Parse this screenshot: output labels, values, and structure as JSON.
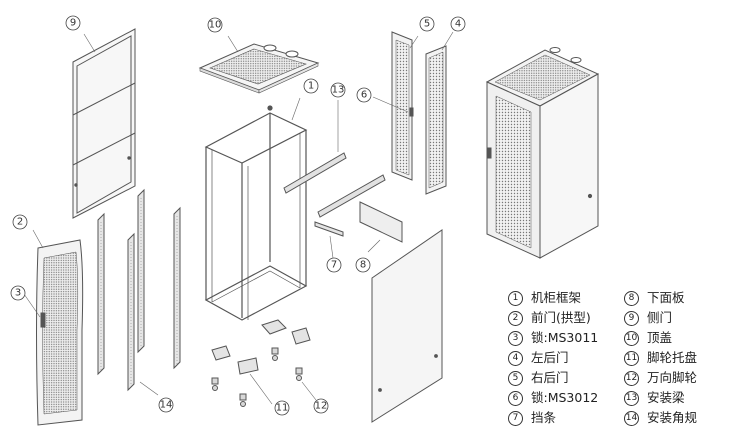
{
  "callouts": {
    "c1": "1",
    "c2": "2",
    "c3": "3",
    "c4": "4",
    "c5": "5",
    "c6": "6",
    "c7": "7",
    "c8": "8",
    "c9": "9",
    "c10": "10",
    "c11": "11",
    "c12": "12",
    "c13": "13",
    "c14": "14"
  },
  "legend": [
    {
      "num": "1",
      "label": "机柜框架"
    },
    {
      "num": "2",
      "label": "前门(拱型)"
    },
    {
      "num": "3",
      "label": "锁:MS3011"
    },
    {
      "num": "4",
      "label": "左后门"
    },
    {
      "num": "5",
      "label": "右后门"
    },
    {
      "num": "6",
      "label": "锁:MS3012"
    },
    {
      "num": "7",
      "label": "挡条"
    },
    {
      "num": "8",
      "label": "下面板"
    },
    {
      "num": "9",
      "label": "侧门"
    },
    {
      "num": "10",
      "label": "顶盖"
    },
    {
      "num": "11",
      "label": "脚轮托盘"
    },
    {
      "num": "12",
      "label": "万向脚轮"
    },
    {
      "num": "13",
      "label": "安装梁"
    },
    {
      "num": "14",
      "label": "安装角规"
    }
  ],
  "colors": {
    "line": "#555555",
    "fill": "#f4f4f4",
    "perforation": "#777777"
  }
}
